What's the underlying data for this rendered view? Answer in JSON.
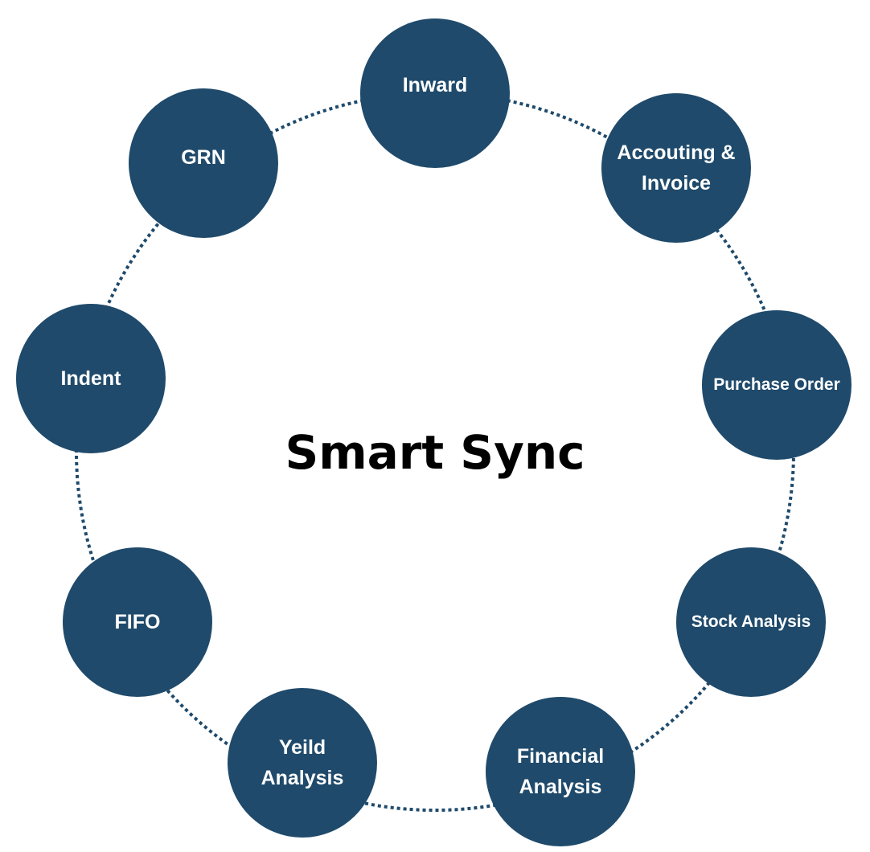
{
  "diagram": {
    "title": "Smart Sync",
    "colors": {
      "node_fill": "#1f4a6b",
      "ring_stroke": "#1f4a6b",
      "node_text": "#ffffff",
      "title_text": "#000000"
    },
    "nodes": [
      {
        "label": "Inward"
      },
      {
        "label": "Accouting &\nInvoice"
      },
      {
        "label": "Purchase Order"
      },
      {
        "label": "Stock Analysis"
      },
      {
        "label": "Financial\nAnalysis"
      },
      {
        "label": "Yeild\nAnalysis"
      },
      {
        "label": "FIFO"
      },
      {
        "label": "Indent"
      },
      {
        "label": "GRN"
      }
    ]
  }
}
